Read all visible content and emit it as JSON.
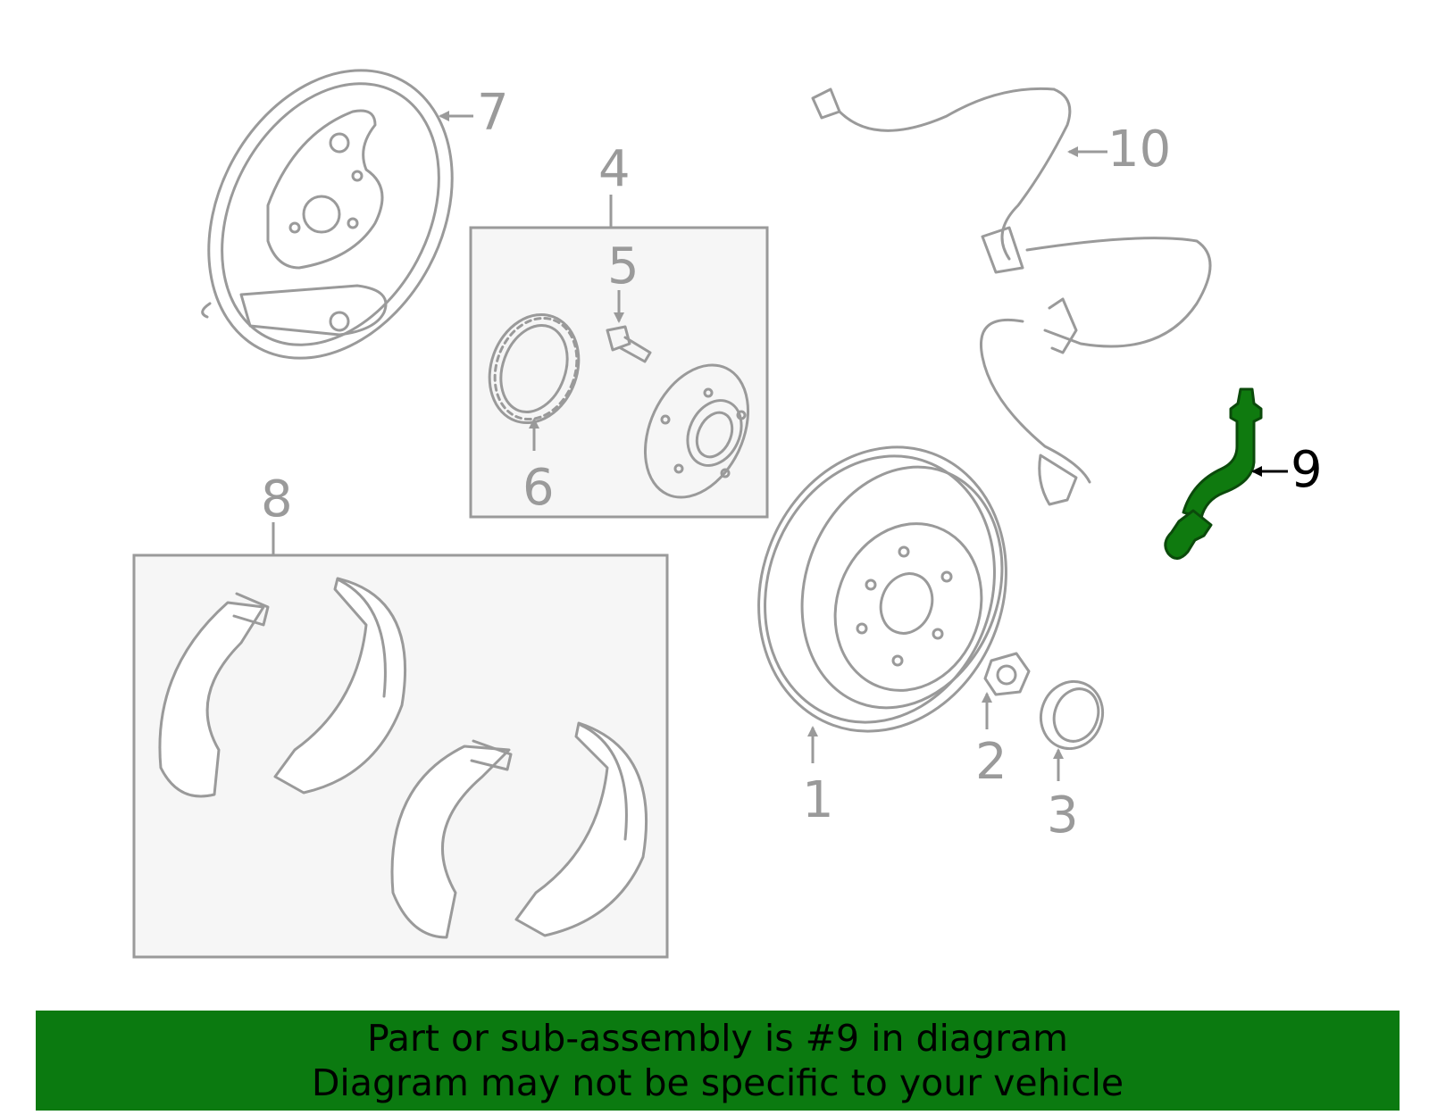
{
  "callouts": {
    "c1": "1",
    "c2": "2",
    "c3": "3",
    "c4": "4",
    "c5": "5",
    "c6": "6",
    "c7": "7",
    "c8": "8",
    "c9": "9",
    "c10": "10"
  },
  "highlight": {
    "part_number": "9",
    "color": "#0f7a0f"
  },
  "banner": {
    "line1": "Part or sub-assembly is #9 in diagram",
    "line2": "Diagram may not be specific to your vehicle",
    "background": "#0b7a10"
  }
}
